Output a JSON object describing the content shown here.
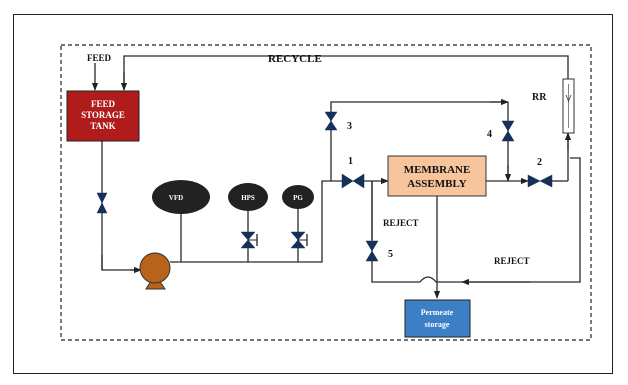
{
  "labels": {
    "feed": "FEED",
    "recycle": "RECYCLE",
    "rr": "RR",
    "feed_tank_line1": "FEED",
    "feed_tank_line2": "STORAGE",
    "feed_tank_line3": "TANK",
    "vfd": "VFD",
    "hps": "HPS",
    "pg": "PG",
    "membrane_line1": "MEMBRANE",
    "membrane_line2": "ASSEMBLY",
    "permeate_line1": "Permeate",
    "permeate_line2": "storage",
    "reject_left": "REJECT",
    "reject_right": "REJECT",
    "valve_1": "1",
    "valve_2": "2",
    "valve_3": "3",
    "valve_4": "4",
    "valve_5": "5"
  },
  "colors": {
    "feed_tank": "#b01c1c",
    "membrane": "#f7c49c",
    "permeate": "#3d7fc4",
    "pump": "#b8621b",
    "valve": "#17305a",
    "instrument": "#222222",
    "line": "#2a2a2a"
  }
}
